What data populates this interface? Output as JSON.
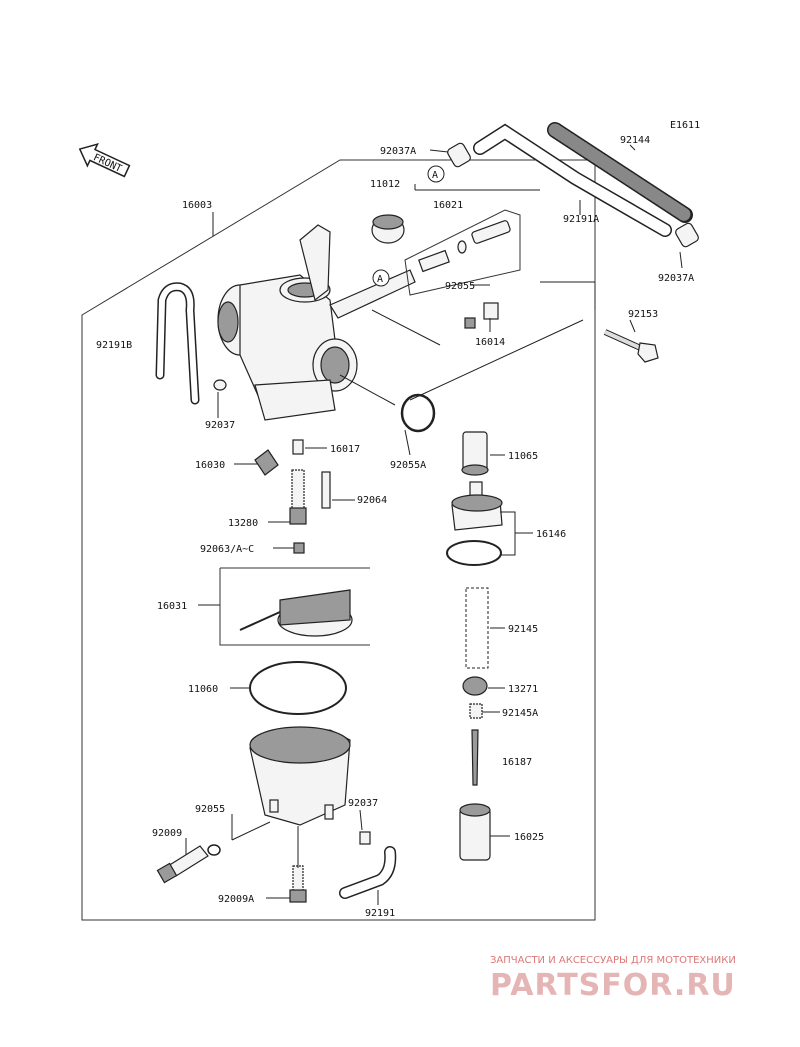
{
  "diagram_code": "E1611",
  "front_label": "FRONT",
  "callout_a": "A",
  "parts": {
    "p16003": "16003",
    "p92191b": "92191B",
    "p92037a_top": "92037A",
    "p11012": "11012",
    "p16021": "16021",
    "p92144": "92144",
    "p92191a": "92191A",
    "p92037a_right": "92037A",
    "p92055_top": "92055",
    "p92153": "92153",
    "p16014": "16014",
    "p92037_left": "92037",
    "p92055a": "92055A",
    "p16017": "16017",
    "p16030": "16030",
    "p92064": "92064",
    "p13280": "13280",
    "p92063": "92063/A~C",
    "p11065": "11065",
    "p16146": "16146",
    "p16031": "16031",
    "p92145": "92145",
    "p11060": "11060",
    "p13271": "13271",
    "p92145a": "92145A",
    "p16187": "16187",
    "p92055_bottom": "92055",
    "p92037_bottom": "92037",
    "p92009": "92009",
    "p16025": "16025",
    "p92009a": "92009A",
    "p92191": "92191"
  },
  "watermark": {
    "tagline": "ЗАПЧАСТИ И АКСЕССУАРЫ ДЛЯ МОТОТЕХНИКИ",
    "logo": "PARTSFOR.RU"
  }
}
